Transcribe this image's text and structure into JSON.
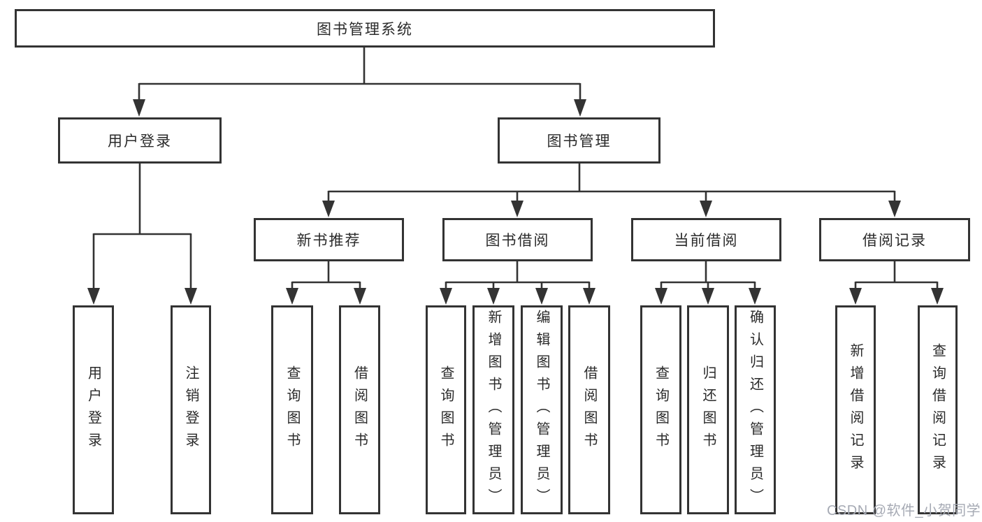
{
  "diagram_type": "functional-structure-tree",
  "tree": {
    "root": {
      "label": "图书管理系统",
      "children": [
        {
          "label": "用户登录",
          "children": [
            {
              "label": "用户登录"
            },
            {
              "label": "注销登录"
            }
          ]
        },
        {
          "label": "图书管理",
          "children": [
            {
              "label": "新书推荐",
              "children": [
                {
                  "label": "查询图书"
                },
                {
                  "label": "借阅图书"
                }
              ]
            },
            {
              "label": "图书借阅",
              "children": [
                {
                  "label": "查询图书"
                },
                {
                  "label": "新增图书（管理员）"
                },
                {
                  "label": "编辑图书（管理员）"
                },
                {
                  "label": "借阅图书"
                }
              ]
            },
            {
              "label": "当前借阅",
              "children": [
                {
                  "label": "查询图书"
                },
                {
                  "label": "归还图书"
                },
                {
                  "label": "确认归还（管理员）"
                }
              ]
            },
            {
              "label": "借阅记录",
              "children": [
                {
                  "label": "新增借阅记录"
                },
                {
                  "label": "查询借阅记录"
                }
              ]
            }
          ]
        }
      ]
    }
  },
  "watermark": {
    "text": "CSDN @软件_小贺同学"
  },
  "colors": {
    "line": "#333333",
    "text": "#2a2a2a",
    "watermark": "#a6aab4",
    "background": "#ffffff"
  }
}
